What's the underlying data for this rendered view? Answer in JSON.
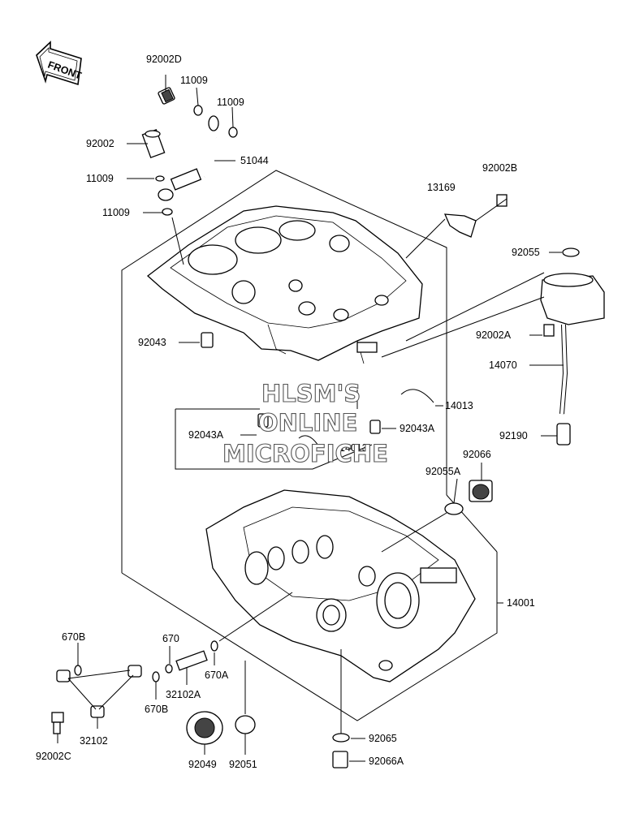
{
  "direction_badge": "FRONT",
  "watermark": [
    "HLSM'S",
    "ONLINE",
    "MICROFICHE"
  ],
  "callouts": [
    "92002D",
    "11009",
    "11009",
    "92002",
    "51044",
    "11009",
    "11009",
    "13169",
    "92002B",
    "92055",
    "92002A",
    "14070",
    "92043",
    "14013",
    "92043A",
    "92043A",
    "14013",
    "92190",
    "92066",
    "92055A",
    "14001",
    "670B",
    "670",
    "670A",
    "32102A",
    "670B",
    "32102",
    "92002C",
    "92049",
    "92051",
    "92065",
    "92066A"
  ]
}
